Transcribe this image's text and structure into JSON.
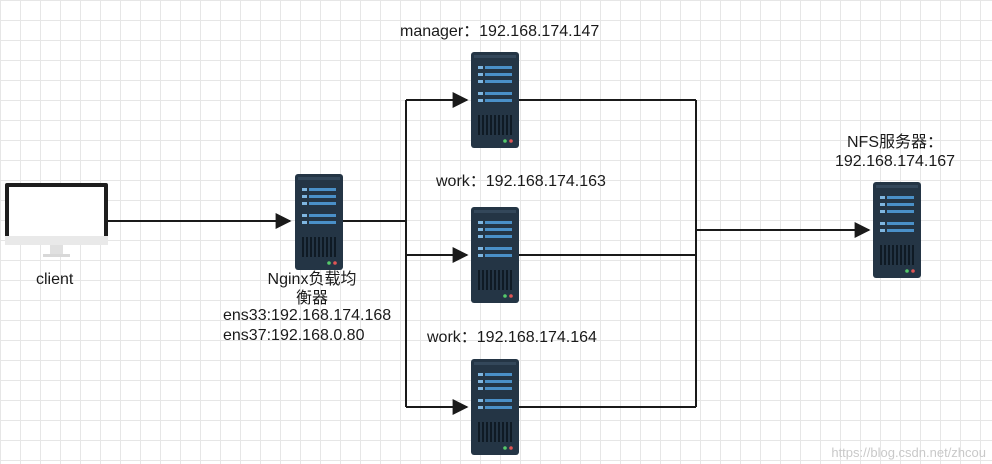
{
  "diagram": {
    "client": {
      "label": "client"
    },
    "nginx": {
      "label_line1": "Nginx负载均",
      "label_line2": "衡器",
      "ens33": "ens33:192.168.174.168",
      "ens37": "ens37:192.168.0.80"
    },
    "manager": {
      "label": "manager：192.168.174.147"
    },
    "work1": {
      "label": "work：192.168.174.163"
    },
    "work2": {
      "label": "work：192.168.174.164"
    },
    "nfs": {
      "label_line1": "NFS服务器：",
      "label_line2": "192.168.174.167"
    }
  },
  "watermark": "https://blog.csdn.net/zhcou",
  "colors": {
    "server_body": "#243545",
    "server_bar": "#4a90c8",
    "line": "#1a1a1a",
    "monitor_frame": "#1e1e1e",
    "monitor_stand": "#e6e6e6"
  }
}
